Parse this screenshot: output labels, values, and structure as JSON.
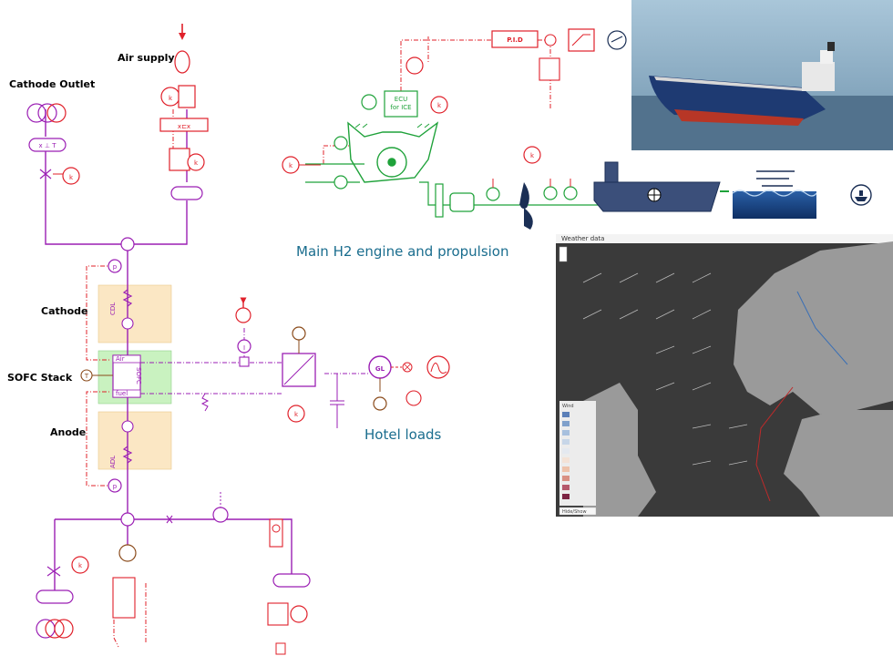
{
  "labels": {
    "air_supply": "Air supply",
    "cathode_outlet": "Cathode Outlet",
    "cathode": "Cathode",
    "sofc_stack": "SOFC Stack",
    "anode": "Anode"
  },
  "captions": {
    "main_engine": "Main H2 engine and propulsion",
    "hotel_loads": "Hotel loads"
  },
  "blocks": {
    "cdl": "CDL",
    "adl": "ADL",
    "ecu": "ECU\nfor ICE",
    "pid": "P.I.D",
    "gl": "GL",
    "air": "Air",
    "fuel": "fuel",
    "sofc": "SOFC"
  },
  "weather_panel": {
    "title": "Weather data",
    "legend_title": "Wind",
    "toggle_label": "Hide/Show"
  },
  "colors": {
    "purple": "#9b1fb4",
    "red": "#e0202a",
    "green": "#1fa23a",
    "brown": "#8a4a1a",
    "navy": "#1b2f55",
    "caption": "#1a6d8e",
    "cathode_box": "#fbe7c4",
    "stack_box": "#c9f2c0",
    "sea_map": "#3a3a3a",
    "land_map": "#9a9a9a"
  }
}
